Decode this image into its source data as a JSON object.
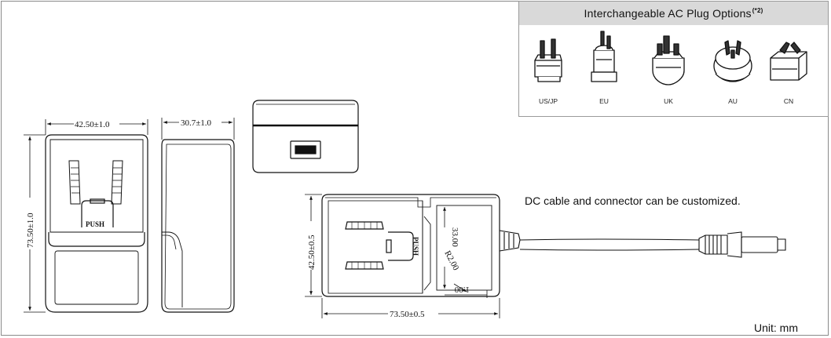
{
  "plug_options": {
    "title": "Interchangeable AC Plug Options",
    "title_note": "(*2)",
    "plugs": [
      {
        "label": "US/JP",
        "icon": "us-jp-plug-icon"
      },
      {
        "label": "EU",
        "icon": "eu-plug-icon"
      },
      {
        "label": "UK",
        "icon": "uk-plug-icon"
      },
      {
        "label": "AU",
        "icon": "au-plug-icon"
      },
      {
        "label": "CN",
        "icon": "cn-plug-icon"
      }
    ]
  },
  "front_view": {
    "width_dim": "42.50±1.0",
    "height_dim": "73.50±1.0",
    "push_label": "PUSH"
  },
  "side_view": {
    "depth_dim": "30.7±1.0"
  },
  "top_view": {
    "length_dim": "73.50±0.5",
    "height_dim": "42.50±0.5",
    "inner_dim": "33.00",
    "radius_dim": "R2.00",
    "gap_dim": "1.00",
    "push_label": "PUSH"
  },
  "notes": {
    "customization": "DC cable and connector can be customized.",
    "unit": "Unit: mm"
  }
}
